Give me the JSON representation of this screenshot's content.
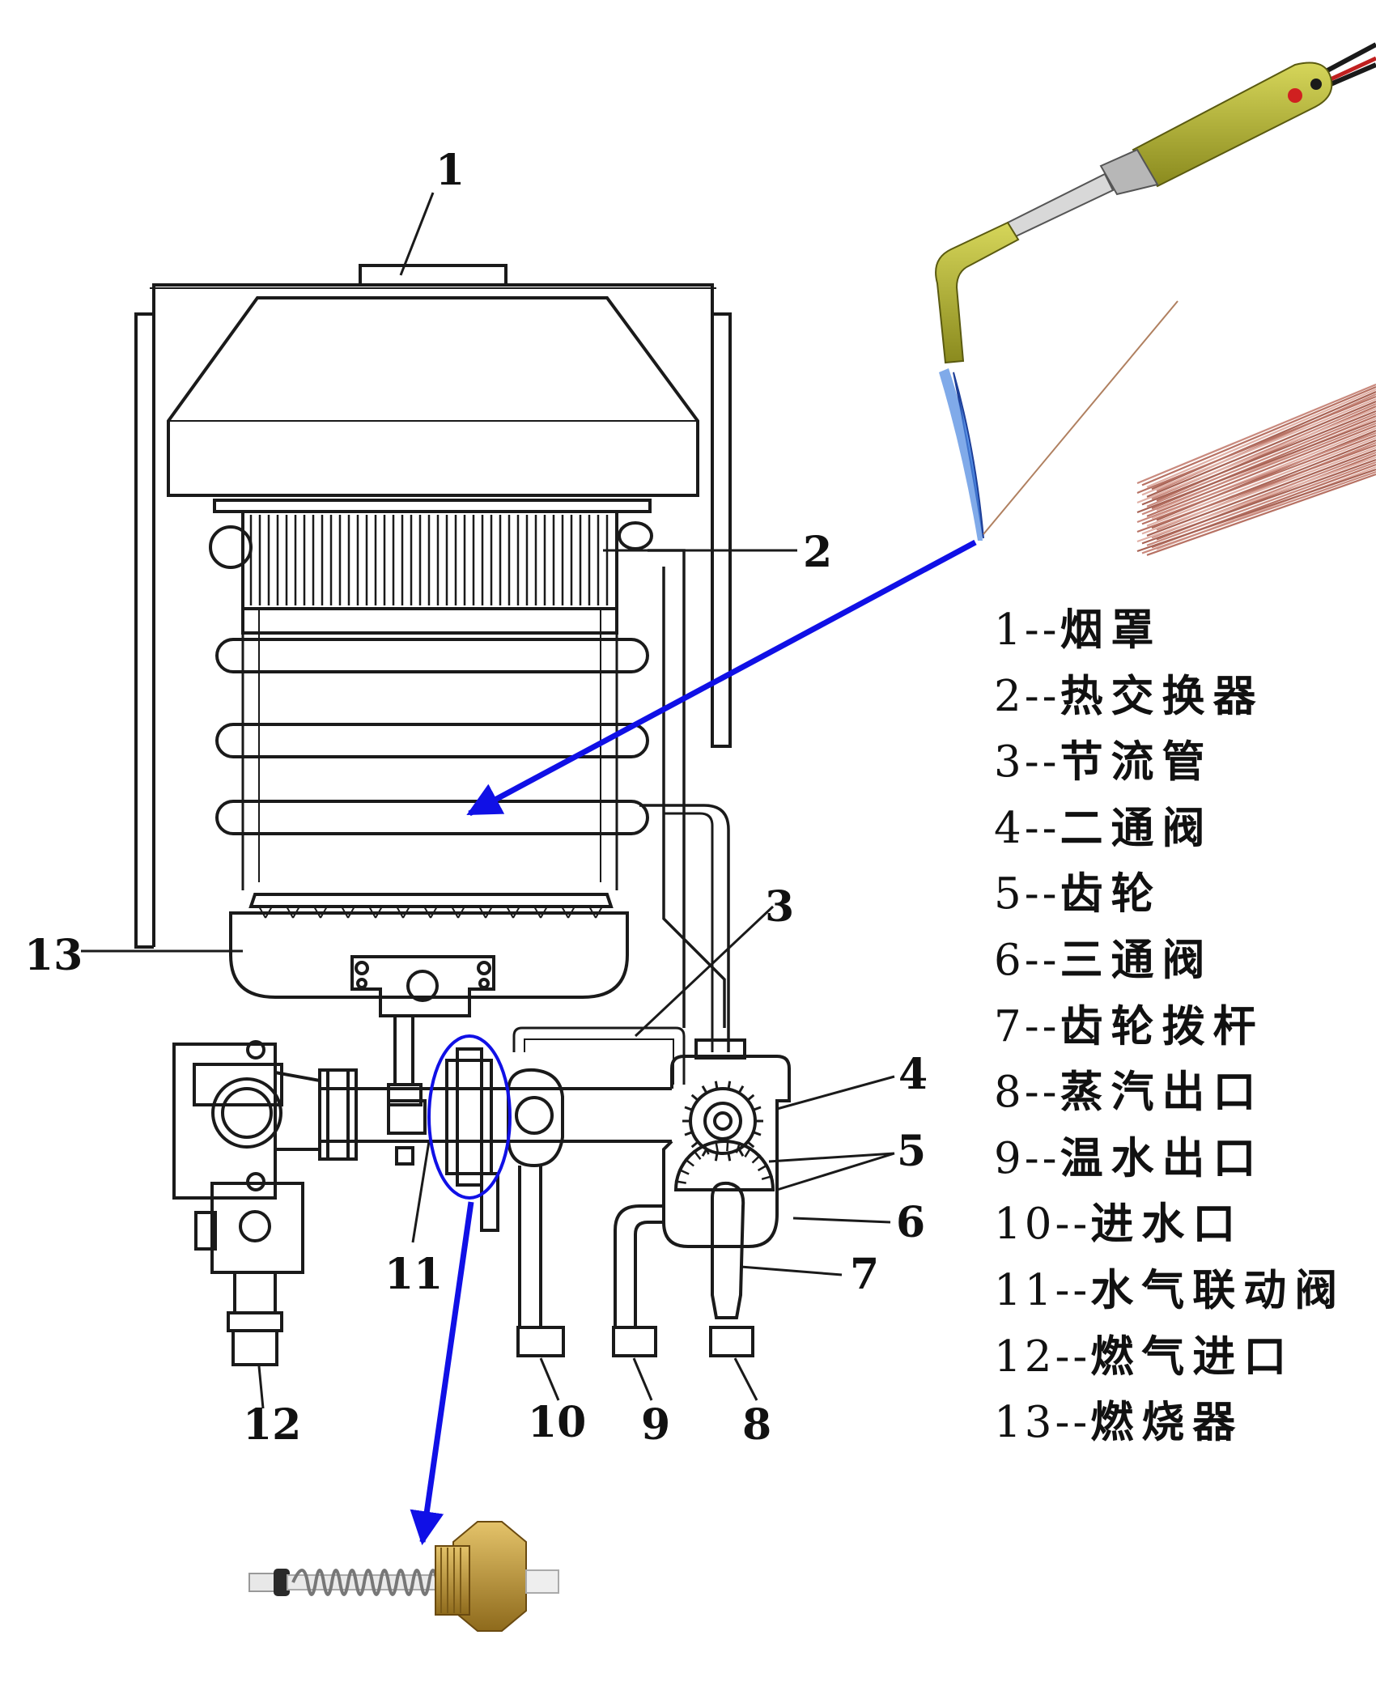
{
  "callouts": [
    "1",
    "2",
    "3",
    "4",
    "5",
    "6",
    "7",
    "8",
    "9",
    "10",
    "11",
    "12",
    "13"
  ],
  "legend": [
    {
      "num": "1",
      "sep": "--",
      "text": "烟罩"
    },
    {
      "num": "2",
      "sep": "--",
      "text": "热交换器"
    },
    {
      "num": "3",
      "sep": "--",
      "text": "节流管"
    },
    {
      "num": "4",
      "sep": "--",
      "text": "二通阀"
    },
    {
      "num": "5",
      "sep": "--",
      "text": "齿轮"
    },
    {
      "num": "6",
      "sep": "--",
      "text": "三通阀"
    },
    {
      "num": "7",
      "sep": "--",
      "text": "齿轮拨杆"
    },
    {
      "num": "8",
      "sep": "--",
      "text": "蒸汽出口"
    },
    {
      "num": "9",
      "sep": "--",
      "text": "温水出口"
    },
    {
      "num": "10",
      "sep": "--",
      "text": "进水口"
    },
    {
      "num": "11",
      "sep": "--",
      "text": "水气联动阀"
    },
    {
      "num": "12",
      "sep": "--",
      "text": "燃气进口"
    },
    {
      "num": "13",
      "sep": "--",
      "text": "燃烧器"
    }
  ],
  "colors": {
    "line": "#1a1a1a",
    "arrow": "#1010e6",
    "torch_body": "#b8b830",
    "flame": "#3a78d8",
    "copper": "#c98a7e",
    "brass": "#c9a23a"
  }
}
